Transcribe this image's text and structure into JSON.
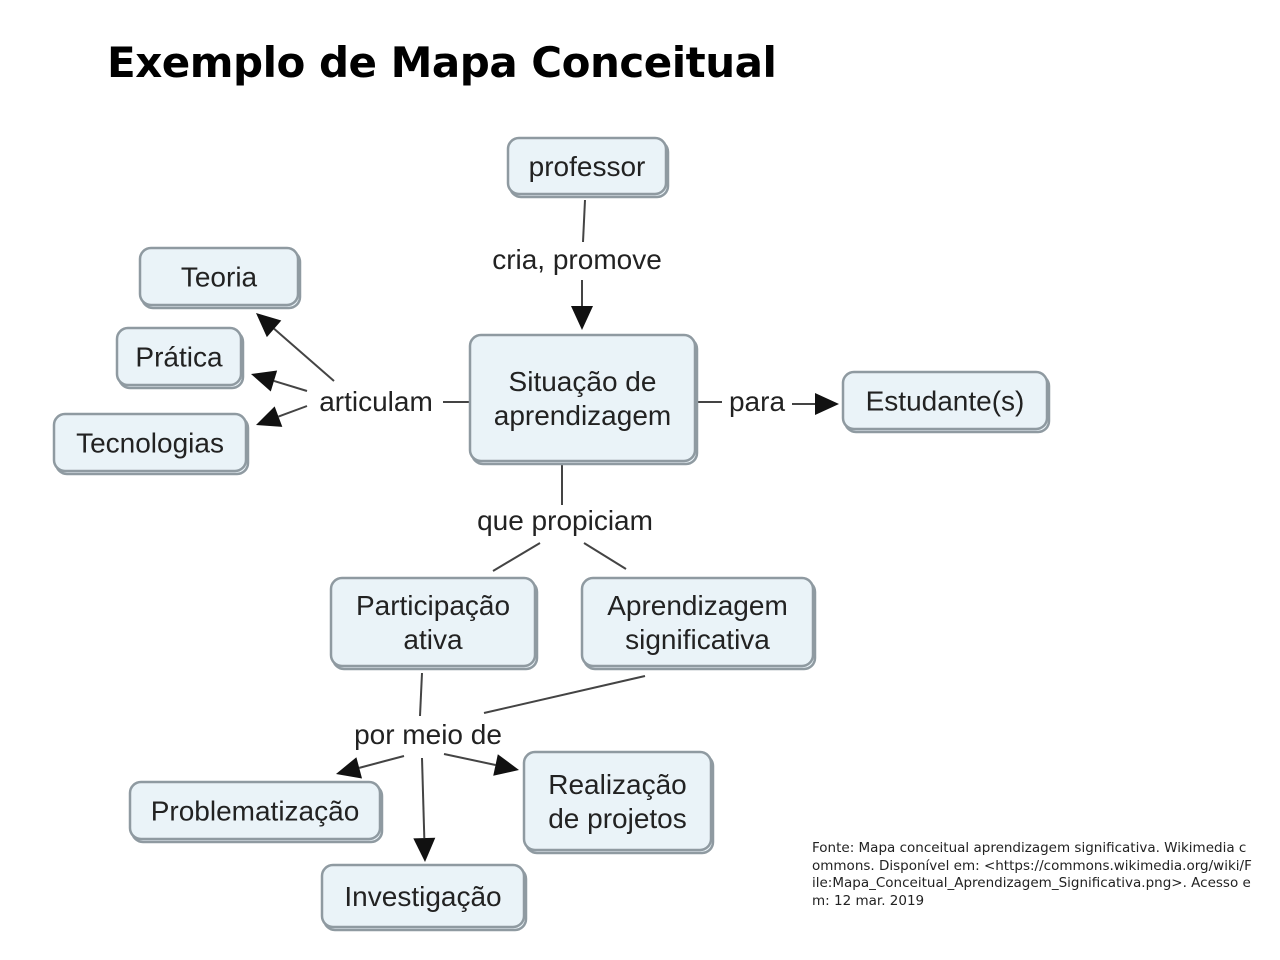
{
  "title": "Exemplo de Mapa Conceitual",
  "nodes": {
    "professor": [
      "professor"
    ],
    "situacao": [
      "Situação de",
      "aprendizagem"
    ],
    "teoria": [
      "Teoria"
    ],
    "pratica": [
      "Prática"
    ],
    "tecnologias": [
      "Tecnologias"
    ],
    "estudantes": [
      "Estudante(s)"
    ],
    "participacao": [
      "Participação",
      "ativa"
    ],
    "aprendizagem": [
      "Aprendizagem",
      "significativa"
    ],
    "problematizacao": [
      "Problematização"
    ],
    "realizacao": [
      "Realização",
      "de projetos"
    ],
    "investigacao": [
      "Investigação"
    ]
  },
  "links": {
    "cria_promove": "cria, promove",
    "articulam": "articulam",
    "para": "para",
    "que_propiciam": "que propiciam",
    "por_meio_de": "por meio de"
  },
  "source_note": "Fonte: Mapa conceitual aprendizagem significativa. Wikimedia commons. Disponível em: <https://commons.wikimedia.org/wiki/File:Mapa_Conceitual_Aprendizagem_Significativa.png>. Acesso em: 12 mar. 2019"
}
